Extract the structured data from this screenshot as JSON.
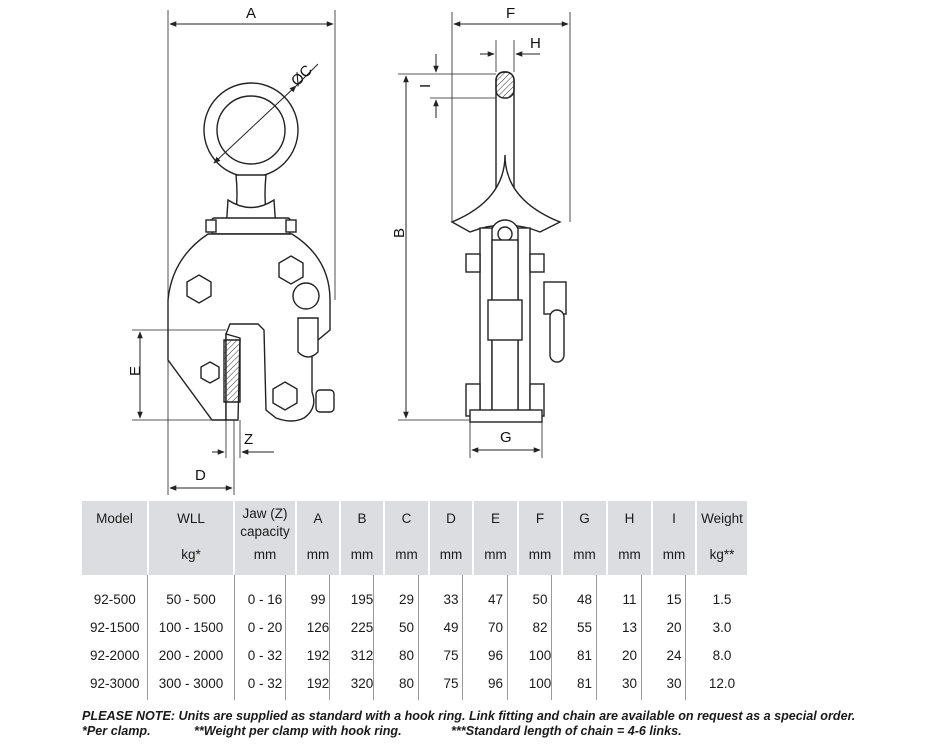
{
  "drawing": {
    "dimensions": {
      "A": "A",
      "C": "ØC",
      "F": "F",
      "H": "H",
      "I": "I",
      "B": "B",
      "E": "E",
      "Z": "Z",
      "D": "D",
      "G": "G"
    }
  },
  "table": {
    "headers": [
      {
        "top": "Model",
        "unit": ""
      },
      {
        "top": "WLL",
        "unit": "kg*"
      },
      {
        "top": "Jaw (Z) capacity",
        "unit": "mm"
      },
      {
        "top": "A",
        "unit": "mm"
      },
      {
        "top": "B",
        "unit": "mm"
      },
      {
        "top": "C",
        "unit": "mm"
      },
      {
        "top": "D",
        "unit": "mm"
      },
      {
        "top": "E",
        "unit": "mm"
      },
      {
        "top": "F",
        "unit": "mm"
      },
      {
        "top": "G",
        "unit": "mm"
      },
      {
        "top": "H",
        "unit": "mm"
      },
      {
        "top": "I",
        "unit": "mm"
      },
      {
        "top": "Weight",
        "unit": "kg**"
      }
    ],
    "rows": [
      [
        "92-500",
        "50 - 500",
        "0 - 16",
        "99",
        "195",
        "29",
        "33",
        "47",
        "50",
        "48",
        "11",
        "15",
        "1.5"
      ],
      [
        "92-1500",
        "100 - 1500",
        "0 - 20",
        "126",
        "225",
        "50",
        "49",
        "70",
        "82",
        "55",
        "13",
        "20",
        "3.0"
      ],
      [
        "92-2000",
        "200 - 2000",
        "0 - 32",
        "192",
        "312",
        "80",
        "75",
        "96",
        "100",
        "81",
        "20",
        "24",
        "8.0"
      ],
      [
        "92-3000",
        "300 - 3000",
        "0 - 32",
        "192",
        "320",
        "80",
        "75",
        "96",
        "100",
        "81",
        "30",
        "30",
        "12.0"
      ]
    ]
  },
  "notes": {
    "line1": "PLEASE NOTE: Units are supplied as standard with a hook ring. Link fitting and chain are available on request as a special order.",
    "per_clamp": "*Per clamp.",
    "weight_note": "**Weight per clamp with hook ring.",
    "chain_note": "***Standard length of chain = 4-6 links."
  }
}
